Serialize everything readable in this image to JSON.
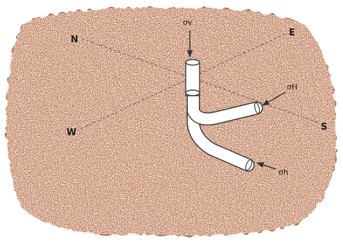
{
  "compass": {
    "north": "N",
    "south": "S",
    "east": "E",
    "west": "W"
  },
  "stresses": {
    "vertical": "σv",
    "max_horizontal": "σH",
    "min_horizontal": "σh"
  },
  "colors": {
    "rock": "#b46b45",
    "rock_speckle": "#e9d3c2",
    "well": "#ffffff",
    "line": "#555555",
    "text": "#1a1a1a"
  }
}
